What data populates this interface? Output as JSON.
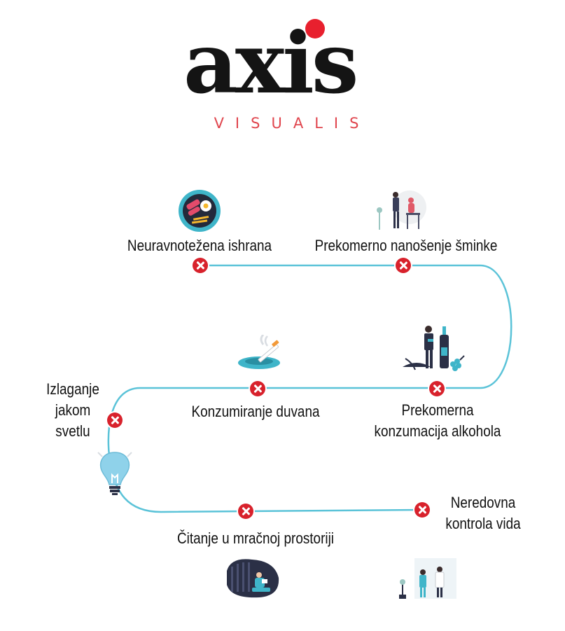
{
  "logo": {
    "word": "axis",
    "subtitle": "VISUALIS",
    "dot_color": "#e8202e",
    "subtitle_color": "#e0464e"
  },
  "path_color": "#5bc3d8",
  "marker_color": "#d8222c",
  "steps": [
    {
      "label": "Neuravnotežena ishrana",
      "icon": "food-plate-icon"
    },
    {
      "label": "Prekomerno nanošenje šminke",
      "icon": "makeup-artist-illustration"
    },
    {
      "label": "Prekomerna konzumacija alkohola",
      "icon": "wine-bottle-illustration"
    },
    {
      "label": "Konzumiranje duvana",
      "icon": "ashtray-cigarette-icon"
    },
    {
      "label": "Izlaganje jakom svetlu",
      "icon": "light-bulb-icon"
    },
    {
      "label": "Čitanje u mračnoj prostoriji",
      "icon": "dark-room-reading-illustration"
    },
    {
      "label": "Neredovna kontrola vida",
      "icon": "doctors-illustration"
    }
  ]
}
